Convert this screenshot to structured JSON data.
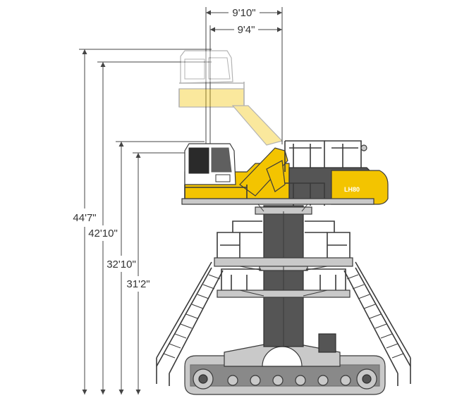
{
  "dimensions": {
    "width_outer": "9'10\"",
    "width_inner": "9'4\"",
    "height_max": "44'7\"",
    "height_cab_top_raised": "42'10\"",
    "height_cab_top": "32'10\"",
    "height_eye_level": "31'2\""
  },
  "machine": {
    "model_label": "LH80"
  },
  "colors": {
    "body_yellow": "#f3c400",
    "steel_grey": "#c9c9c9",
    "dark_grey": "#555555",
    "line": "#444444"
  }
}
